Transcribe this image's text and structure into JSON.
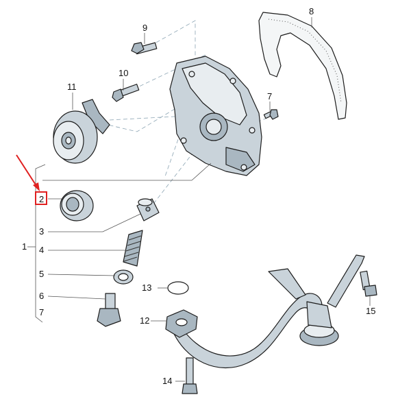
{
  "callouts": {
    "c1": "1",
    "c2": "2",
    "c3": "3",
    "c4": "4",
    "c5": "5",
    "c6": "6",
    "c7a": "7",
    "c7b": "7",
    "c8": "8",
    "c9": "9",
    "c10": "10",
    "c11": "11",
    "c12": "12",
    "c13": "13",
    "c14": "14",
    "c15": "15"
  },
  "highlight": {
    "callout": "2",
    "box_color": "#e02020",
    "arrow_color": "#e02020"
  },
  "colors": {
    "part_fill": "#c9d3da",
    "part_outline": "#1c1c1c",
    "leader_line": "#555555",
    "dashed_line": "#8aa3b2"
  }
}
